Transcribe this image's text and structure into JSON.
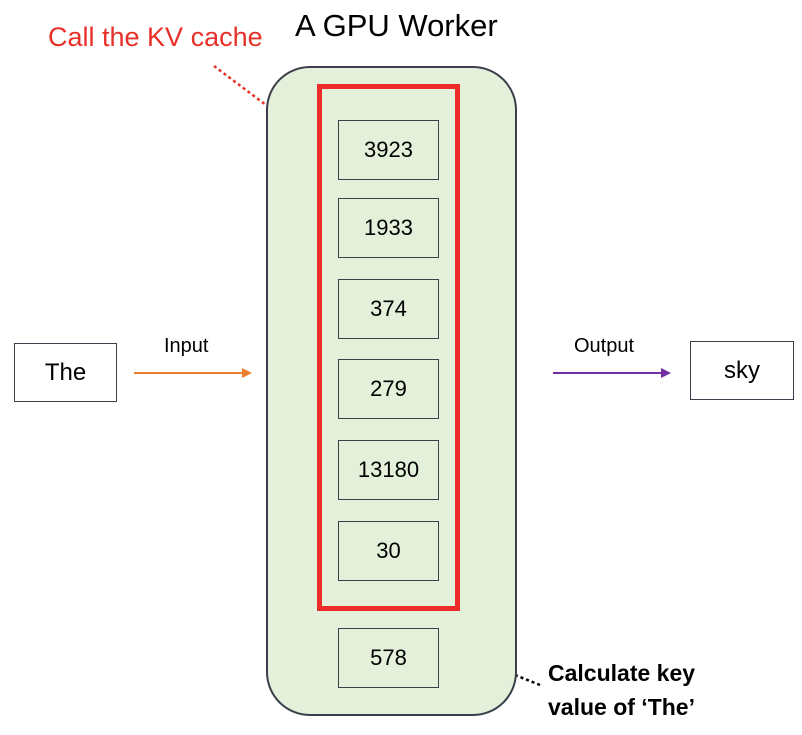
{
  "title": "A GPU Worker",
  "kv_cache_label": "Call the KV cache",
  "input": {
    "label": "Input",
    "token": "The"
  },
  "output": {
    "label": "Output",
    "token": "sky"
  },
  "kv_cache_values": [
    "3923",
    "1933",
    "374",
    "279",
    "13180",
    "30"
  ],
  "new_value": "578",
  "calculate_label": {
    "line1": "Calculate key",
    "line2": "value of ‘The’"
  },
  "colors": {
    "worker_fill": "#e4f0da",
    "kv_cache_border": "#ee2b2b",
    "kv_label": "#e8302a",
    "input_arrow": "#ed7d31",
    "output_arrow": "#7030a0"
  }
}
